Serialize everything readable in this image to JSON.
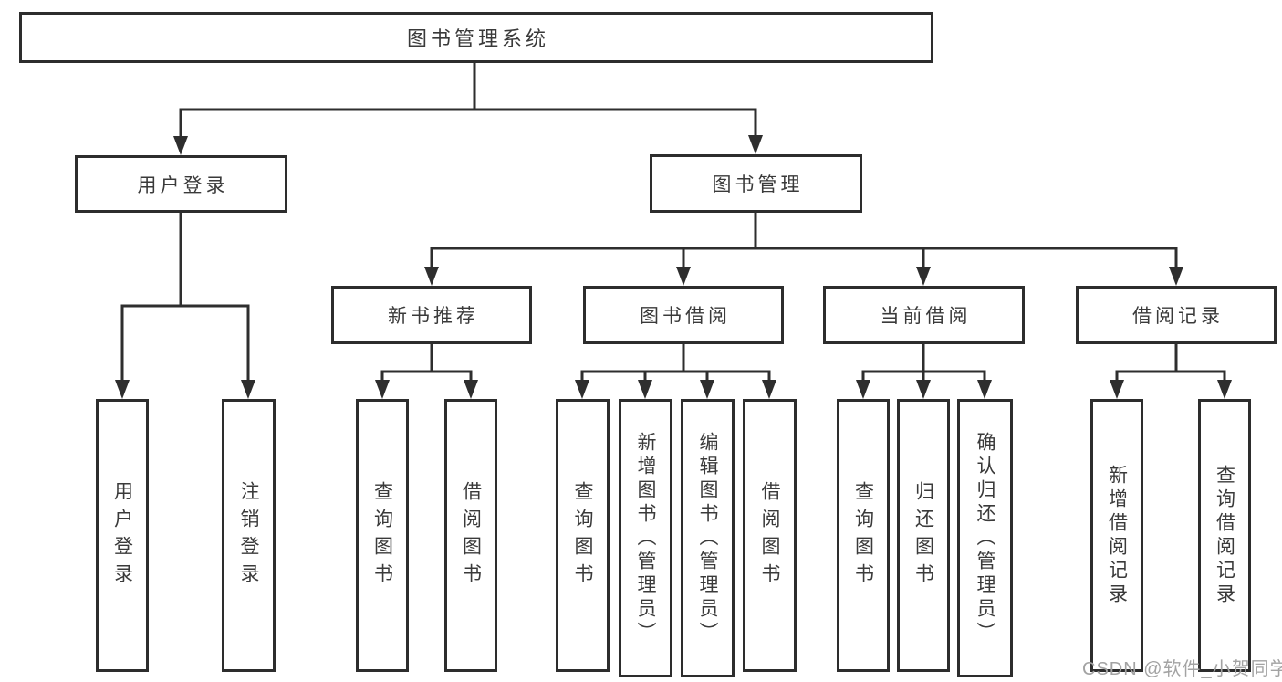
{
  "diagram": {
    "title": "图书管理系统",
    "root": {
      "label": "图书管理系统"
    },
    "branches": {
      "user_login": {
        "label": "用户登录",
        "children": [
          {
            "label": "用户登录"
          },
          {
            "label": "注销登录"
          }
        ]
      },
      "book_management": {
        "label": "图书管理",
        "children": [
          {
            "label": "新书推荐",
            "children": [
              {
                "label": "查询图书"
              },
              {
                "label": "借阅图书"
              }
            ]
          },
          {
            "label": "图书借阅",
            "children": [
              {
                "label": "查询图书"
              },
              {
                "label": "新增图书（管理员）"
              },
              {
                "label": "编辑图书（管理员）"
              },
              {
                "label": "借阅图书"
              }
            ]
          },
          {
            "label": "当前借阅",
            "children": [
              {
                "label": "查询图书"
              },
              {
                "label": "归还图书"
              },
              {
                "label": "确认归还（管理员）"
              }
            ]
          },
          {
            "label": "借阅记录",
            "children": [
              {
                "label": "新增借阅记录"
              },
              {
                "label": "查询借阅记录"
              }
            ]
          }
        ]
      }
    }
  },
  "watermark": {
    "text": "CSDN @软件_小贺同学"
  },
  "colors": {
    "line": "#2e2e2e",
    "border": "#2d2d2d",
    "text": "#3a3a3a",
    "watermark": "#a3a3a3",
    "background": "#ffffff"
  }
}
